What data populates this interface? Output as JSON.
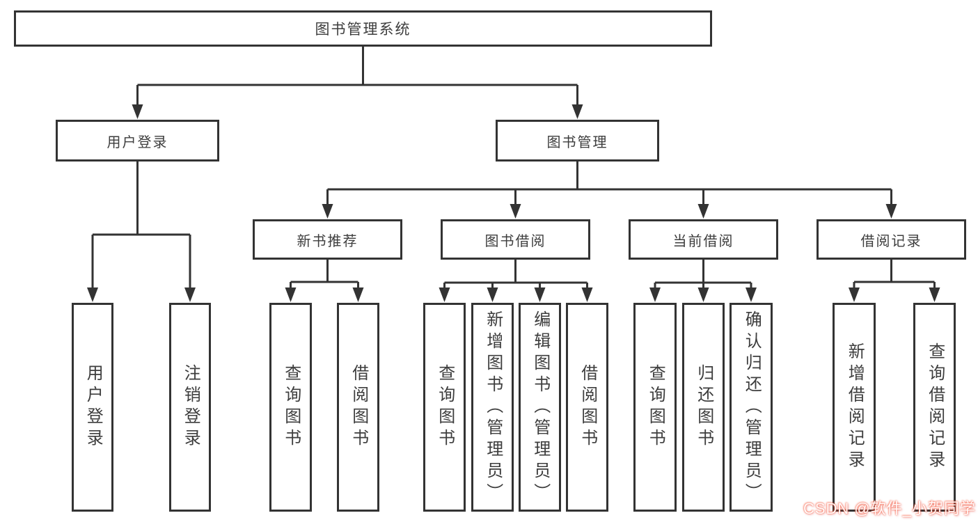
{
  "diagram": {
    "root": {
      "label": "图书管理系统"
    },
    "branches": [
      {
        "label": "用户登录",
        "children": [
          {
            "label": "用户登录"
          },
          {
            "label": "注销登录"
          }
        ]
      },
      {
        "label": "图书管理",
        "children": [
          {
            "label": "新书推荐",
            "children": [
              {
                "label": "查询图书"
              },
              {
                "label": "借阅图书"
              }
            ]
          },
          {
            "label": "图书借阅",
            "children": [
              {
                "label": "查询图书"
              },
              {
                "label": "新增图书（管理员）"
              },
              {
                "label": "编辑图书（管理员）"
              },
              {
                "label": "借阅图书"
              }
            ]
          },
          {
            "label": "当前借阅",
            "children": [
              {
                "label": "查询图书"
              },
              {
                "label": "归还图书"
              },
              {
                "label": "确认归还（管理员）"
              }
            ]
          },
          {
            "label": "借阅记录",
            "children": [
              {
                "label": "新增借阅记录"
              },
              {
                "label": "查询借阅记录"
              }
            ]
          }
        ]
      }
    ]
  },
  "watermark": {
    "text": "CSDN @软件_小贺同学"
  },
  "colors": {
    "line": "#333333",
    "text": "#3d3d3d",
    "background": "#ffffff",
    "watermark_glow": "#fc5531"
  }
}
